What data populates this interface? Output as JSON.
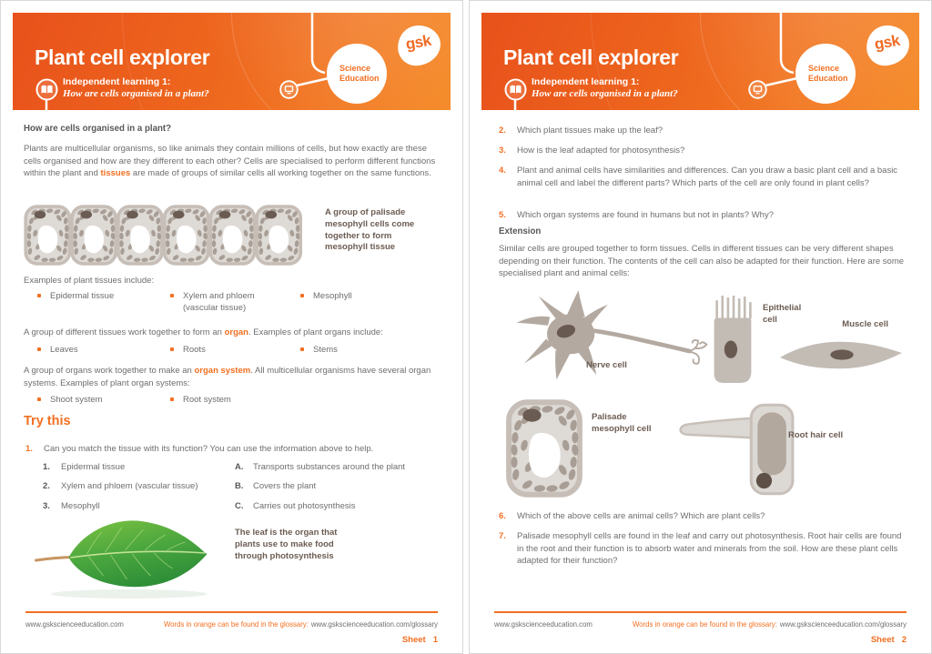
{
  "colors": {
    "accent": "#f26f21",
    "banner_dark": "#e8511b",
    "banner_light": "#f58a26",
    "body_text": "#6d6e71",
    "heading_text": "#57585a",
    "caption_text": "#6b5c52",
    "cell_fill": "#dedad6",
    "cell_stroke": "#c6beb7",
    "organelle": "#a89e95",
    "nucleus": "#6b5c53",
    "leaf_green_light": "#7cc242",
    "leaf_green_dark": "#2f8f38"
  },
  "icons": {
    "book": "open-book-icon",
    "monitor": "computer-screen-icon",
    "brand": "gsk-logo",
    "badge": "science-education-badge"
  },
  "header": {
    "title": "Plant cell explorer",
    "subtitle_bold": "Independent learning 1:",
    "subtitle_italic": "How are cells organised in a plant?",
    "science_line1": "Science",
    "science_line2": "Education",
    "gsk": "gsk"
  },
  "page1": {
    "heading": "How are cells organised in a plant?",
    "intro_pre": "Plants are multicellular organisms, so like animals they contain millions of cells, but how exactly are these cells organised and how are they different to each other? Cells are specialised to perform different functions within the plant and ",
    "intro_key": "tissues",
    "intro_post": " are made of groups of similar cells all working together on the same functions.",
    "tissue_caption": "A group of palisade mesophyll cells come together to form mesophyll tissue",
    "tissues_lead": "Examples of plant tissues include:",
    "tissue_bullets": [
      "Epidermal tissue",
      "Xylem and phloem (vascular tissue)",
      "Mesophyll"
    ],
    "organ_pre": "A group of different tissues work together to form an ",
    "organ_key": "organ",
    "organ_post": ". Examples of plant organs include:",
    "organ_bullets": [
      "Leaves",
      "Roots",
      "Stems"
    ],
    "system_pre": "A group of organs work together to make an ",
    "system_key": "organ system",
    "system_post": ". All multicellular organisms have several organ systems. Examples of plant organ systems:",
    "system_bullets": [
      "Shoot system",
      "Root system"
    ],
    "try_this": "Try this",
    "q1_num": "1.",
    "q1_text": "Can you match the tissue with its function? You can use the information above to help.",
    "match_left": [
      {
        "n": "1.",
        "label": "Epidermal tissue"
      },
      {
        "n": "2.",
        "label": "Xylem and phloem (vascular tissue)"
      },
      {
        "n": "3.",
        "label": "Mesophyll"
      }
    ],
    "match_right": [
      {
        "n": "A.",
        "label": "Transports substances around the plant"
      },
      {
        "n": "B.",
        "label": "Covers the plant"
      },
      {
        "n": "C.",
        "label": "Carries out photosynthesis"
      }
    ],
    "leaf_caption": "The leaf is the organ that plants use to make food through photosynthesis"
  },
  "page2": {
    "questions": [
      {
        "n": "2.",
        "text": "Which plant tissues make up the leaf?"
      },
      {
        "n": "3.",
        "text": "How is the leaf adapted for photosynthesis?"
      },
      {
        "n": "4.",
        "text": "Plant and animal cells have similarities and differences. Can you draw a basic plant cell and a basic animal cell and label the different parts? Which parts of the cell are only found in plant cells?"
      },
      {
        "n": "5.",
        "text": "Which organ systems are found in humans but not in plants? Why?"
      }
    ],
    "extension_heading": "Extension",
    "extension_text": "Similar cells are grouped together to form tissues. Cells in different tissues can be very different shapes depending on their function. The contents of the cell can also be adapted for their function. Here are some specialised plant and animal cells:",
    "labels": {
      "nerve": "Nerve cell",
      "epithelial": "Epithelial cell",
      "muscle": "Muscle cell",
      "palisade": "Palisade mesophyll cell",
      "root_hair": "Root hair cell"
    },
    "questions2": [
      {
        "n": "6.",
        "text": "Which of the above cells are animal cells? Which are plant cells?"
      },
      {
        "n": "7.",
        "text": "Palisade mesophyll cells are found in the leaf and carry out photosynthesis. Root hair cells are found in the root and their function is to absorb water and minerals from the soil. How are these plant cells adapted for their function?"
      }
    ]
  },
  "footer": {
    "url": "www.gskscienceeducation.com",
    "glossary_label": "Words in orange can be found in the glossary:",
    "glossary_url": "www.gskscienceeducation.com/glossary",
    "sheet_label": "Sheet",
    "sheet1_num": "1",
    "sheet2_num": "2"
  }
}
